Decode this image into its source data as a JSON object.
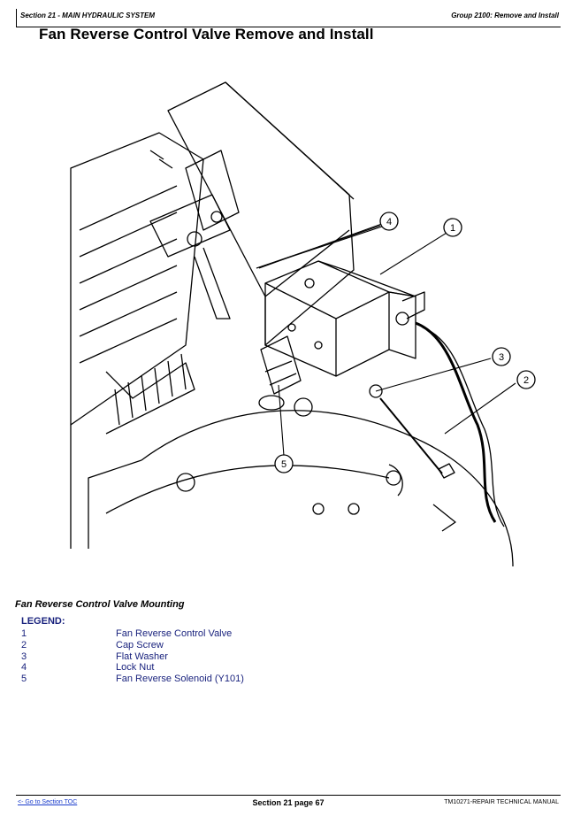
{
  "header": {
    "section": "Section 21 - MAIN HYDRAULIC SYSTEM",
    "group": "Group 2100: Remove and Install"
  },
  "title": "Fan Reverse Control Valve Remove and Install",
  "figure": {
    "callouts": [
      "1",
      "2",
      "3",
      "4",
      "5"
    ]
  },
  "caption": "Fan Reverse Control Valve Mounting",
  "legend": {
    "title": "LEGEND:",
    "items": [
      {
        "num": "1",
        "desc": "Fan Reverse Control Valve"
      },
      {
        "num": "2",
        "desc": "Cap Screw"
      },
      {
        "num": "3",
        "desc": "Flat Washer"
      },
      {
        "num": "4",
        "desc": "Lock Nut"
      },
      {
        "num": "5",
        "desc": "Fan Reverse Solenoid (Y101)"
      }
    ]
  },
  "footer": {
    "toc_link": "<- Go to Section TOC",
    "page": "Section 21 page 67",
    "manual": "TM10271-REPAIR TECHNICAL MANUAL"
  }
}
